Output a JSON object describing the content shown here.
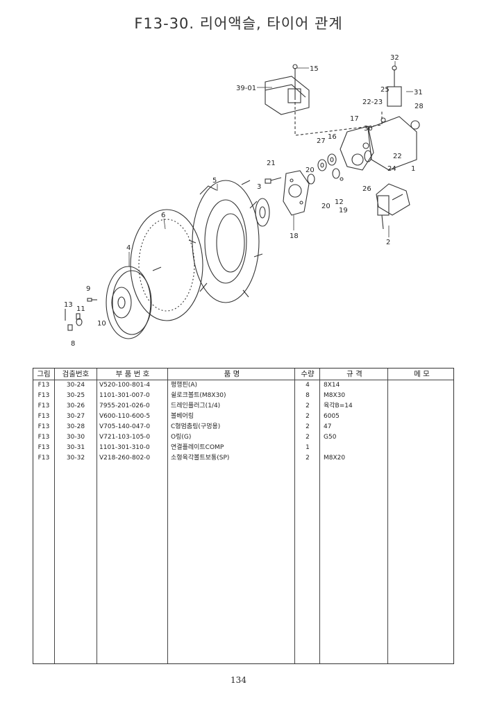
{
  "title": "F13-30. 리어액슬, 타이어 관계",
  "diagram_labels": {
    "l15": "15",
    "l3901": "39-01",
    "l32": "32",
    "l25": "25",
    "l31": "31",
    "l2223": "22-23",
    "l28": "28",
    "l17": "17",
    "l30": "30",
    "l27": "27",
    "l16": "16",
    "l22": "22",
    "l24": "24",
    "l1": "1",
    "l21": "21",
    "l3": "3",
    "l20a": "20",
    "l20b": "20",
    "l12": "12",
    "l19": "19",
    "l26": "26",
    "l5": "5",
    "l18": "18",
    "l2": "2",
    "l6": "6",
    "l4": "4",
    "l9": "9",
    "l13": "13",
    "l11": "11",
    "l10": "10",
    "l8": "8"
  },
  "table": {
    "headers": {
      "fig": "그림",
      "code": "검출번호",
      "part_no": "부 품 번 호",
      "name": "품          명",
      "qty": "수량",
      "spec": "규    격",
      "memo": "메    모"
    },
    "rows": [
      {
        "fig": "F13",
        "code": "30-24",
        "part_no": "V520-100-801-4",
        "name": "평행핀(A)",
        "qty": "4",
        "spec": "8X14"
      },
      {
        "fig": "F13",
        "code": "30-25",
        "part_no": "1101-301-007-0",
        "name": "쉴로크볼트(M8X30)",
        "qty": "8",
        "spec": "M8X30"
      },
      {
        "fig": "F13",
        "code": "30-26",
        "part_no": "7955-201-026-0",
        "name": "드레인플러그(1/4)",
        "qty": "2",
        "spec": "육각B=14"
      },
      {
        "fig": "F13",
        "code": "30-27",
        "part_no": "V600-110-600-5",
        "name": "볼베어링",
        "qty": "2",
        "spec": "6005"
      },
      {
        "fig": "F13",
        "code": "30-28",
        "part_no": "V705-140-047-0",
        "name": "C형멈춤링(구멍용)",
        "qty": "2",
        "spec": "47"
      },
      {
        "fig": "F13",
        "code": "30-30",
        "part_no": "V721-103-105-0",
        "name": "O링(G)",
        "qty": "2",
        "spec": "G50"
      },
      {
        "fig": "F13",
        "code": "30-31",
        "part_no": "1101-301-310-0",
        "name": "연결플레이트COMP",
        "qty": "1",
        "spec": ""
      },
      {
        "fig": "F13",
        "code": "30-32",
        "part_no": "V218-260-802-0",
        "name": "소형육각볼트보통(SP)",
        "qty": "2",
        "spec": "M8X20"
      }
    ]
  },
  "page_number": "134"
}
